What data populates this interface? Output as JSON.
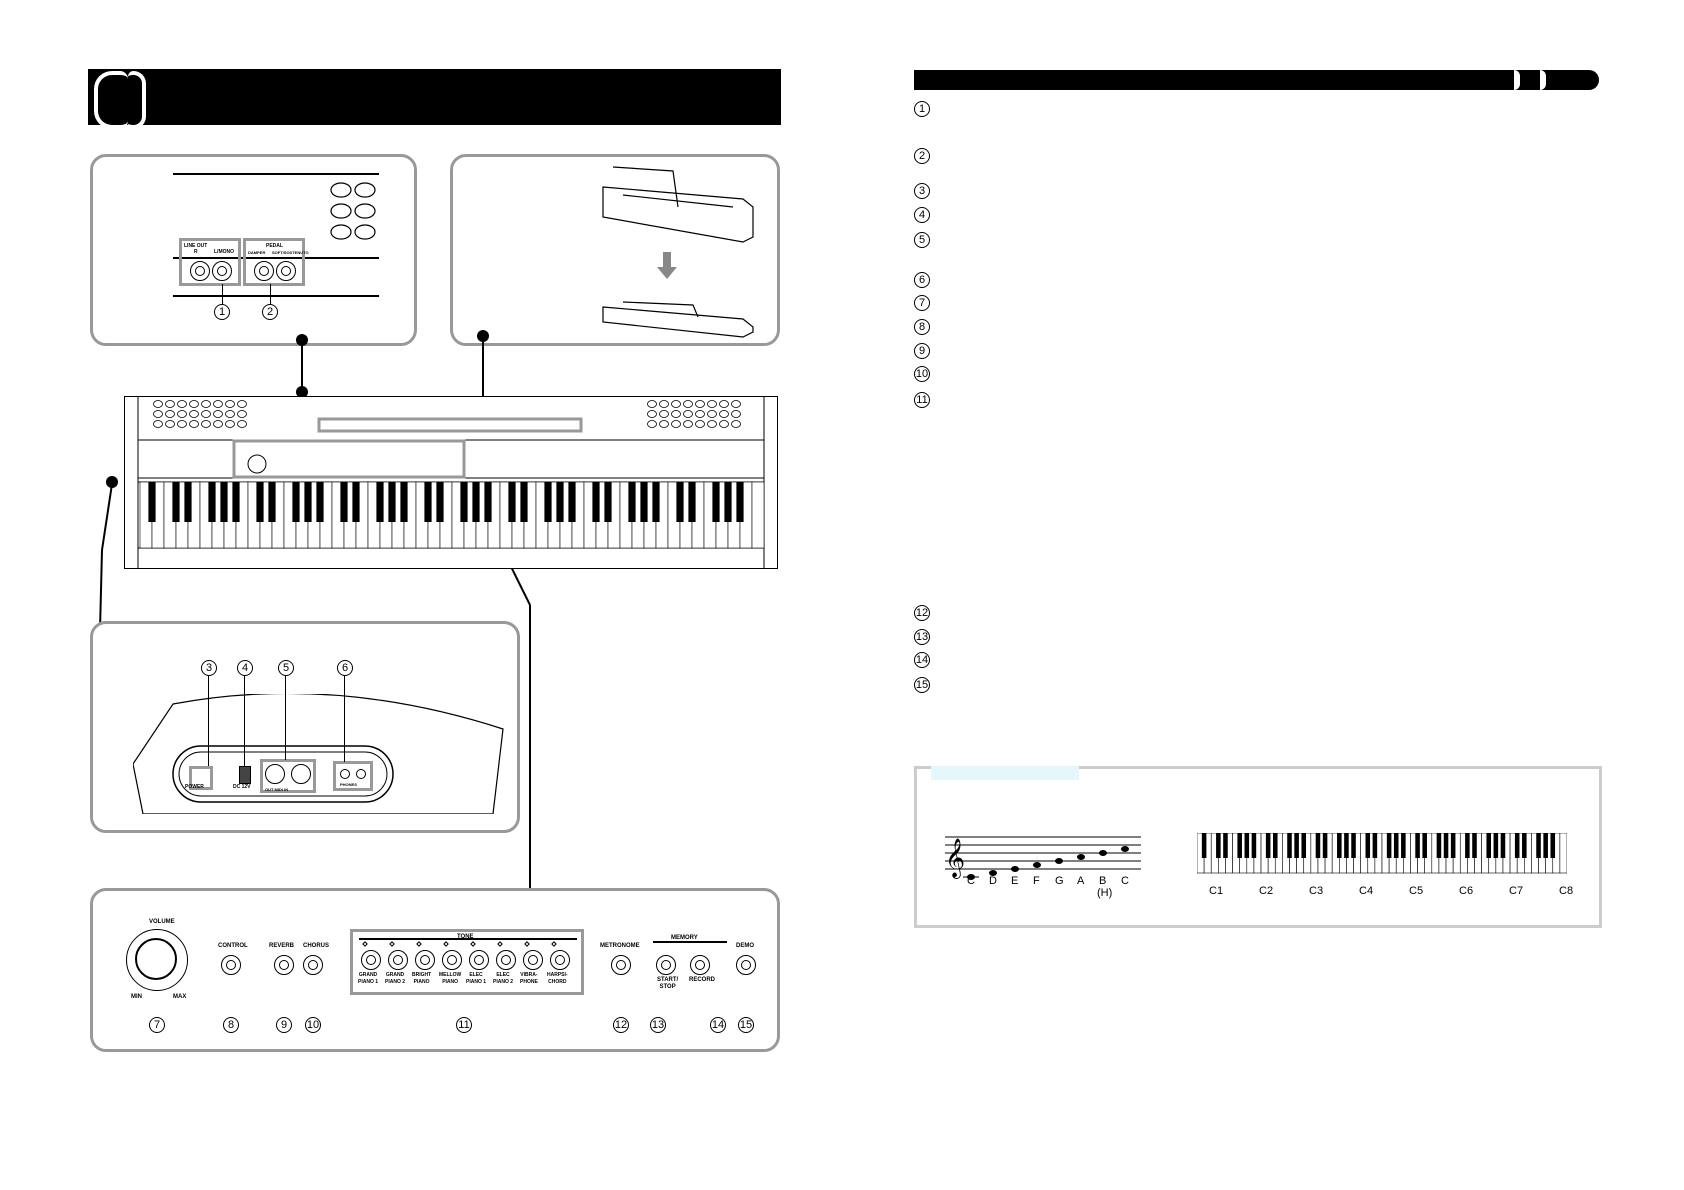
{
  "callouts": {
    "c1": "1",
    "c2": "2",
    "c3": "3",
    "c4": "4",
    "c5": "5",
    "c6": "6",
    "c7": "7",
    "c8": "8",
    "c9": "9",
    "c10": "10",
    "c11": "11",
    "c12": "12",
    "c13": "13",
    "c14": "14",
    "c15": "15"
  },
  "rear_panel": {
    "line_out_label": "LINE OUT",
    "line_out_r": "R",
    "line_out_l": "L/MONO",
    "pedal_label": "PEDAL",
    "damper": "DAMPER",
    "soft": "SOFT/SOSTENUTO"
  },
  "side_panel": {
    "power": "POWER",
    "dc": "DC 12V",
    "midi": "OUT  MIDI  IN",
    "phones": "PHONES"
  },
  "controls": {
    "volume": "VOLUME",
    "min": "MIN",
    "max": "MAX",
    "control": "CONTROL",
    "reverb": "REVERB",
    "chorus": "CHORUS",
    "tone": "TONE",
    "tones": [
      [
        "GRAND",
        "PIANO 1"
      ],
      [
        "GRAND",
        "PIANO 2"
      ],
      [
        "BRIGHT",
        "PIANO"
      ],
      [
        "MELLOW",
        "PIANO"
      ],
      [
        "ELEC",
        "PIANO 1"
      ],
      [
        "ELEC",
        "PIANO 2"
      ],
      [
        "VIBRA-",
        "PHONE"
      ],
      [
        "HARPSI-",
        "CHORD"
      ]
    ],
    "metronome": "METRONOME",
    "memory": "MEMORY",
    "start_stop_1": "START/",
    "start_stop_2": "STOP",
    "record": "RECORD",
    "demo": "DEMO"
  },
  "notes": {
    "names": [
      "C",
      "D",
      "E",
      "F",
      "G",
      "A",
      "B",
      "C"
    ],
    "b_alt": "(H)",
    "octaves": [
      "C1",
      "C2",
      "C3",
      "C4",
      "C5",
      "C6",
      "C7",
      "C8"
    ]
  },
  "colors": {
    "panel_border": "#999999",
    "label_tint": "#e6f7fb"
  }
}
